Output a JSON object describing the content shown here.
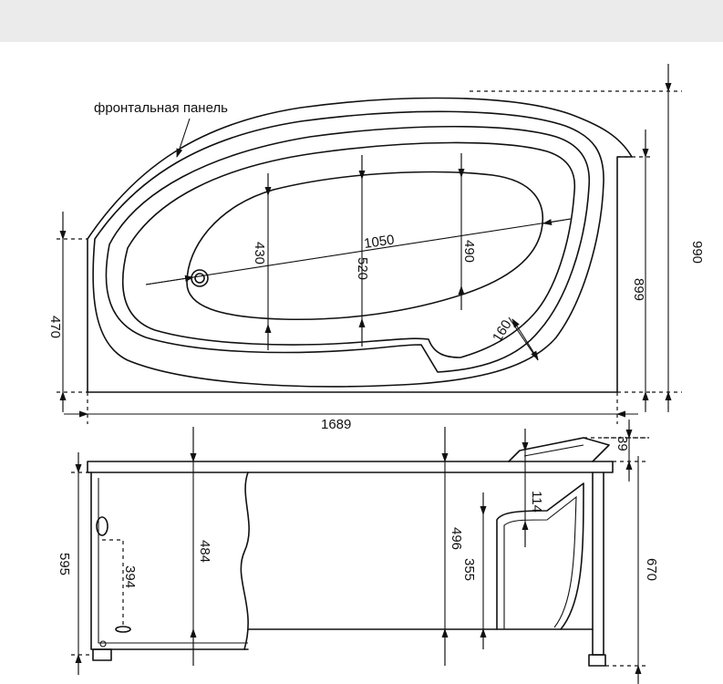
{
  "header": {
    "background": "#ebebeb"
  },
  "labels": {
    "front_panel": "фронтальная панель"
  },
  "top_view": {
    "dims": {
      "inner_length": "1050",
      "inner_width_left": "430",
      "inner_width_mid": "520",
      "inner_width_right": "490",
      "seat_radius": "160",
      "left_height": "470",
      "right_height": "899",
      "total_height": "990",
      "total_length": "1689"
    }
  },
  "side_view": {
    "dims": {
      "rim": "39",
      "headrest": "114",
      "outer_height": "595",
      "drain_height": "394",
      "depth_left": "484",
      "depth_mid": "496",
      "seat_height": "355",
      "total_height": "670"
    }
  }
}
